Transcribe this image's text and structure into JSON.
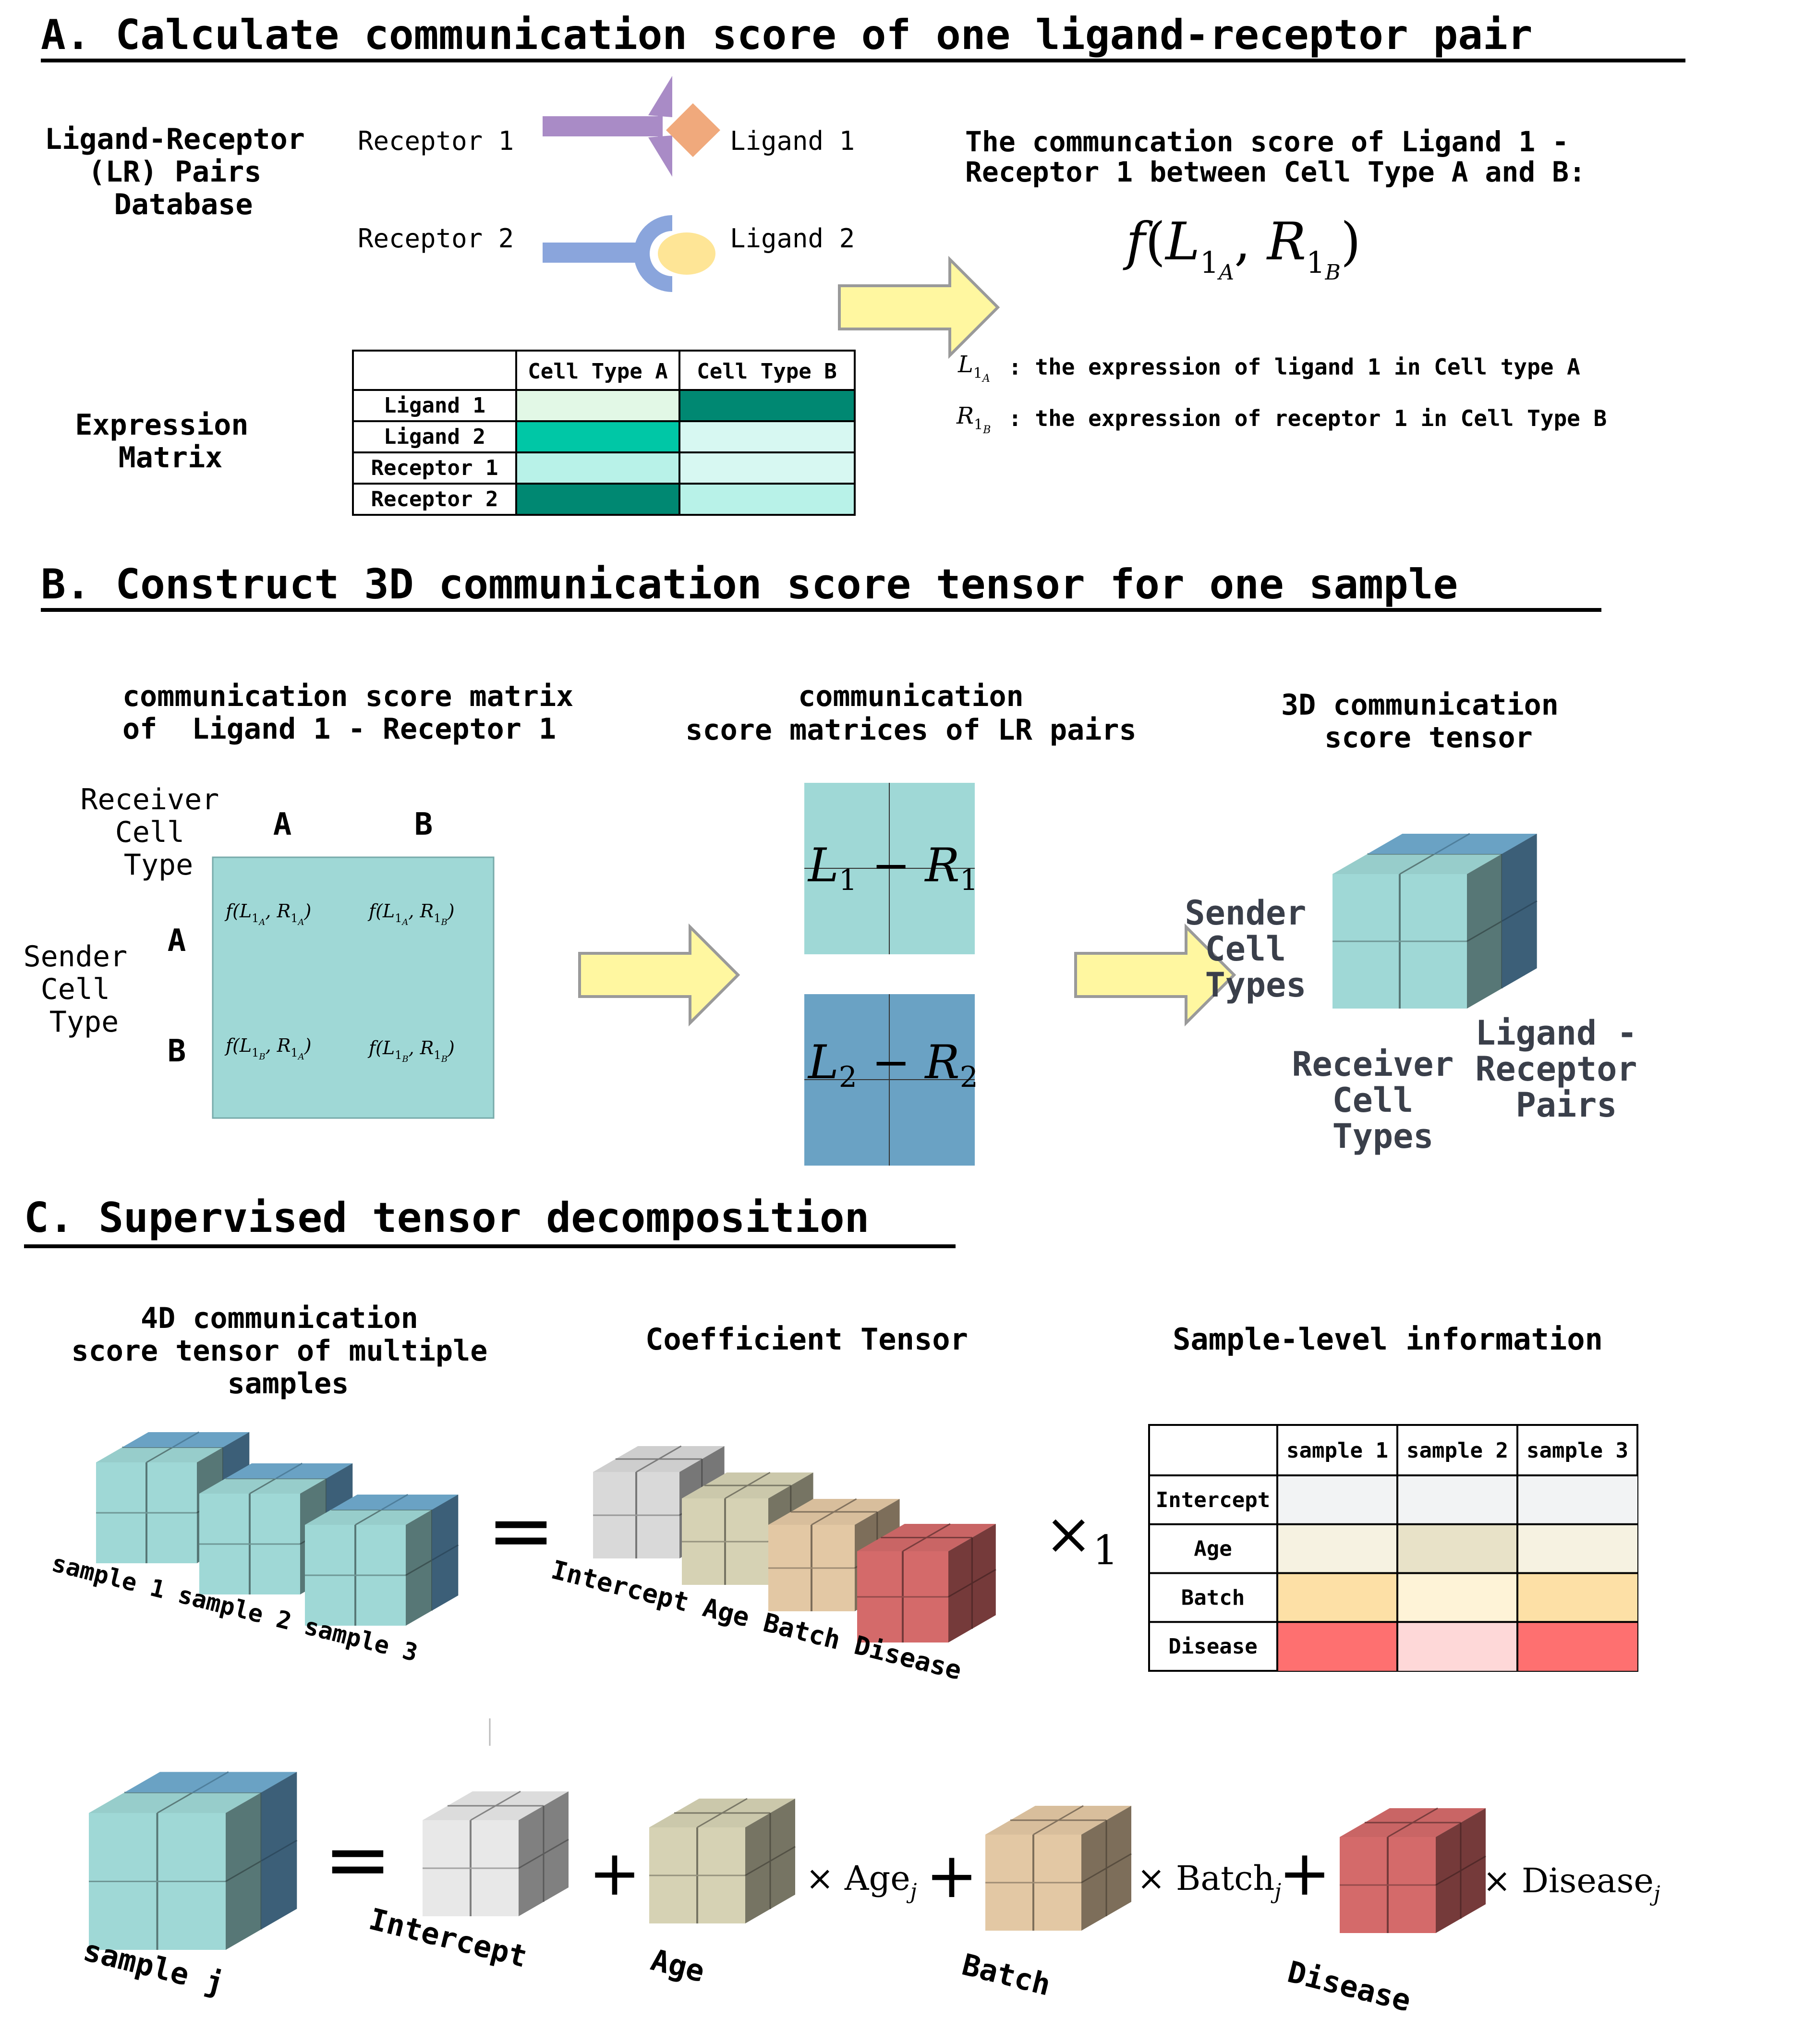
{
  "sectionA": {
    "title": "A. Calculate communication score of one ligand-receptor pair",
    "db_label": [
      "Ligand-Receptor",
      "(LR) Pairs",
      "Database"
    ],
    "receptor1": "Receptor 1",
    "receptor2": "Receptor 2",
    "ligand1": "Ligand 1",
    "ligand2": "Ligand 2",
    "expr_label": [
      "Expression",
      "Matrix"
    ],
    "table": {
      "columns": [
        "Cell Type A",
        "Cell Type B"
      ],
      "rows": [
        "Ligand 1",
        "Ligand 2",
        "Receptor 1",
        "Receptor 2"
      ],
      "colors": [
        [
          "#e2f8e6",
          "#008872"
        ],
        [
          "#00c7a6",
          "#d7f8f2"
        ],
        [
          "#b8f2e8",
          "#d7f8f2"
        ],
        [
          "#008872",
          "#b8f2e8"
        ]
      ]
    },
    "score_title": [
      "The communcation score of Ligand 1 -",
      "Receptor 1 between Cell Type A and B:"
    ],
    "formula": "f(L1A, R1B)",
    "def1_sym": "L1A",
    "def1_text": ": the expression of ligand 1 in Cell type A",
    "def2_sym": "R1B",
    "def2_text": ": the expression of receptor 1 in Cell Type B"
  },
  "sectionB": {
    "title": "B. Construct 3D communication score tensor for one sample",
    "matrix_title": [
      "communication score matrix",
      "of  Ligand 1 - Receptor 1"
    ],
    "receiver_label": [
      "Receiver",
      "Cell",
      "Type"
    ],
    "sender_label": [
      "Sender",
      "Cell",
      "Type"
    ],
    "col_A": "A",
    "col_B": "B",
    "row_A": "A",
    "row_B": "B",
    "cells": [
      "f(L1A, R1A)",
      "f(L1A, R1B)",
      "f(L1B, R1A)",
      "f(L1B, R1B)"
    ],
    "pairs_title": [
      "communication",
      "score matrices of LR pairs"
    ],
    "pair1": "L1 − R1",
    "pair2": "L2 − R2",
    "tensor_title": [
      "3D communication",
      "score tensor"
    ],
    "tensor_sender": [
      "Sender",
      "Cell",
      "Types"
    ],
    "tensor_receiver": [
      "Receiver",
      "Cell",
      "Types"
    ],
    "tensor_lr": [
      "Ligand -",
      "Receptor",
      "Pairs"
    ]
  },
  "sectionC": {
    "title": "C. Supervised tensor decomposition",
    "tensor4d_title": [
      "4D communication",
      "score tensor of multiple",
      "samples"
    ],
    "samples_label": "sample 1 sample 2 sample 3",
    "coef_title": "Coefficient Tensor",
    "coef_label": "Intercept Age Batch Disease",
    "sample_info_title": "Sample-level information",
    "equals": "=",
    "times_mode": "×1",
    "info_table": {
      "columns": [
        "sample 1",
        "sample 2",
        "sample 3"
      ],
      "rows": [
        "Intercept",
        "Age",
        "Batch",
        "Disease"
      ],
      "colors": [
        [
          "#f2f3f4",
          "#f2f3f4",
          "#f2f3f4"
        ],
        [
          "#f6f2e1",
          "#e8e2c8",
          "#f6f2e1"
        ],
        [
          "#fde0a6",
          "#fef3d7",
          "#fde0a6"
        ],
        [
          "#fe7070",
          "#fed8d8",
          "#fe7070"
        ]
      ]
    },
    "eq_sample": "sample j",
    "eq_intercept": "Intercept",
    "eq_age": "Age",
    "eq_batch": "Batch",
    "eq_disease": "Disease",
    "plus": "+",
    "times_age": "× Age",
    "times_batch": "× Batch",
    "times_disease": "× Disease",
    "sub_j": "j"
  },
  "colors": {
    "cube_teal": "#9fd8d6",
    "cube_blue": "#6aa2c4",
    "intercept_gray": "#d9d9d9",
    "age_khaki": "#d6d2b4",
    "batch_tan": "#e3c8a4",
    "disease_red": "#d46a6a",
    "arrow_fill": "#fff7a0",
    "receptor1": "#a98bc6",
    "ligand1": "#f0a97c",
    "receptor2": "#8aa5dc",
    "ligand2": "#fee596"
  }
}
